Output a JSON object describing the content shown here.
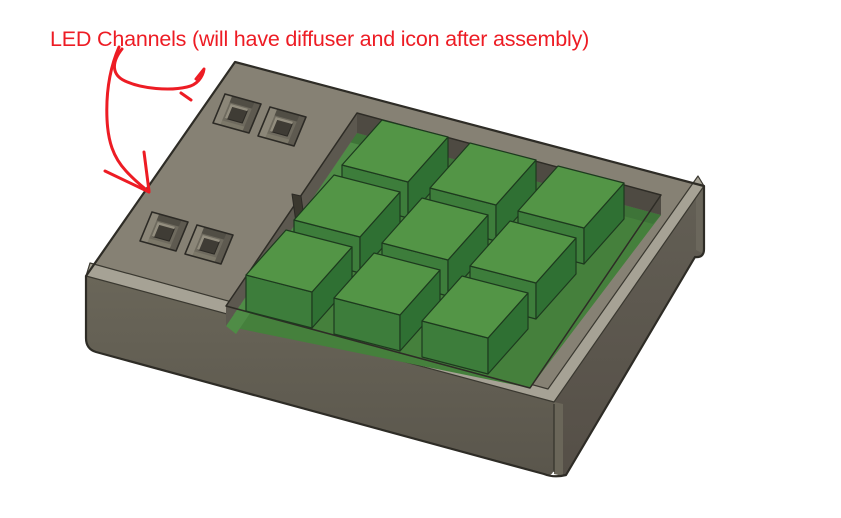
{
  "annotation": {
    "label": "LED Channels (will have diffuser and icon after assembly)",
    "color": "#ed1c24",
    "arrow_count": 2
  },
  "scene": {
    "background": "#ffffff",
    "enclosure": {
      "top_face": "#868174",
      "chamfer_highlight": "#a6a295",
      "front_face_top": "#6a6659",
      "front_face_bottom": "#5a564c",
      "right_face_top": "#635f55",
      "right_face_bottom": "#554f47",
      "corner_fillet": "#6b675c",
      "outline": "#2e2c26",
      "inner_edge": "#3a3830"
    },
    "pocket": {
      "wall_left": "#5c584f",
      "wall_right": "#4e4a42",
      "floor": "#45803c",
      "floor_lit": "#4f8c46",
      "floor_shade": "#3e7438",
      "wire_slot": "#3b382f",
      "outline": "#2e2c26"
    },
    "keycaps": {
      "rows": 3,
      "cols": 3,
      "count": 9,
      "top": "#539546",
      "left_face": "#3d7d3b",
      "right_face": "#2f7033",
      "outline": "#1d3a1e"
    },
    "led_channels": {
      "count": 4,
      "pairs": 2,
      "floor": "#6e6a5e",
      "wall_top": "#514e45",
      "wall_left": "#8b8678",
      "wall_right": "#5e5a50",
      "wall_bottom": "#7c7869",
      "hole": "#3f3c35",
      "hole_lit_edge": "#938e7f",
      "outline": "#2c2a25"
    }
  }
}
